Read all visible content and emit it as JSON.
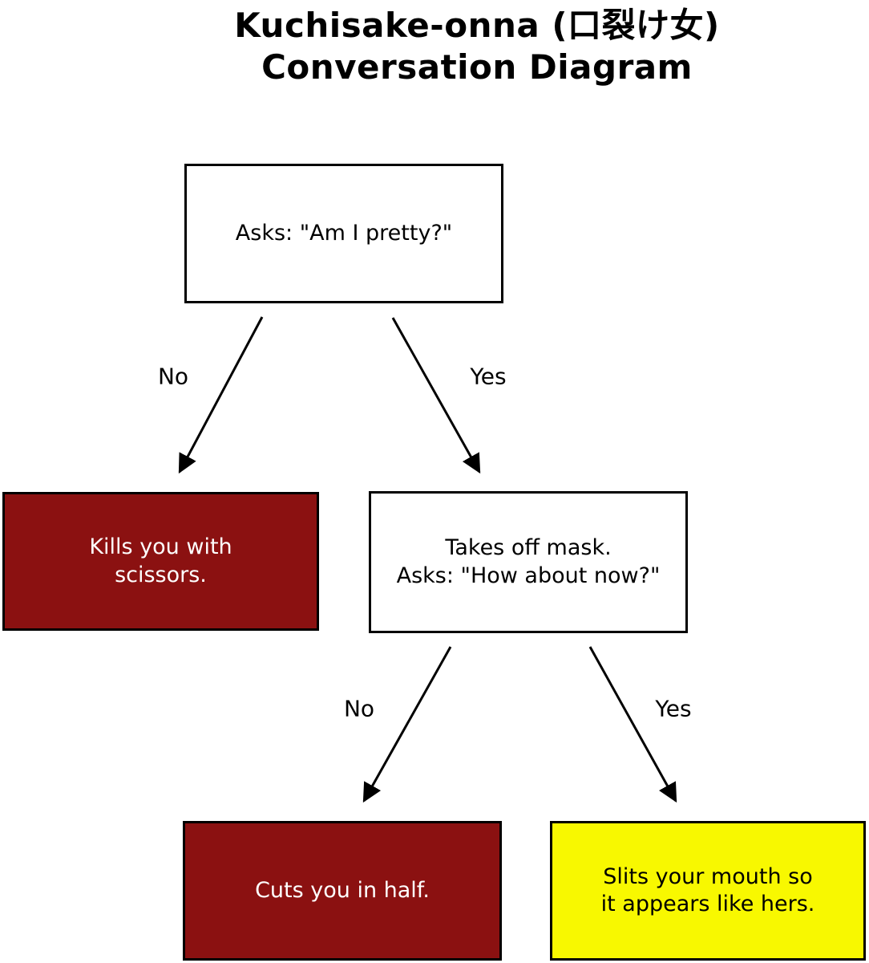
{
  "title": "Kuchisake-onna (口裂け女)\nConversation Diagram",
  "colors": {
    "danger": "#8b1111",
    "warning": "#f8f800",
    "ink": "#000000",
    "paper": "#ffffff"
  },
  "nodes": {
    "root": {
      "text": "Asks: \"Am I pretty?\""
    },
    "kills": {
      "text": "Kills you with\nscissors."
    },
    "mask": {
      "text": "Takes off mask.\nAsks: \"How about now?\""
    },
    "cuts": {
      "text": "Cuts you in half."
    },
    "slits": {
      "text": "Slits your mouth so\nit appears like hers."
    }
  },
  "edges": {
    "root_no": {
      "label": "No"
    },
    "root_yes": {
      "label": "Yes"
    },
    "mask_no": {
      "label": "No"
    },
    "mask_yes": {
      "label": "Yes"
    }
  }
}
